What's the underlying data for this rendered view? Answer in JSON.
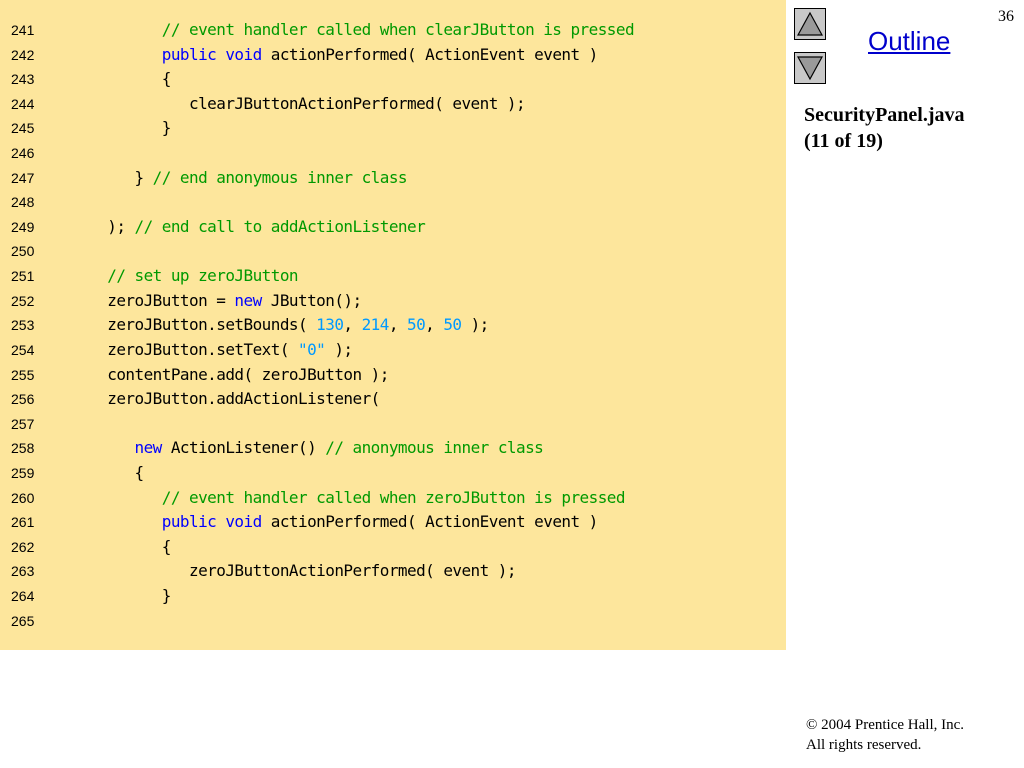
{
  "slide": {
    "number": "36",
    "outline_label": "Outline",
    "caption_line1": "SecurityPanel.java",
    "caption_line2": "(11 of 19)",
    "footer_line1": "© 2004 Prentice Hall, Inc.",
    "footer_line2": "All rights reserved.",
    "nav": {
      "up_icon": "triangle-up-icon",
      "down_icon": "triangle-down-icon"
    }
  },
  "colors": {
    "code_background": "#fde69c",
    "keyword": "#0000ff",
    "comment": "#009900",
    "literal": "#0099ff",
    "link": "#0000cc"
  },
  "code": [
    {
      "num": "241",
      "tokens": [
        {
          "t": "         "
        },
        {
          "t": "// event handler called when clearJButton is pressed",
          "k": "cm"
        }
      ]
    },
    {
      "num": "242",
      "tokens": [
        {
          "t": "         "
        },
        {
          "t": "public",
          "k": "kw"
        },
        {
          "t": " "
        },
        {
          "t": "void",
          "k": "kw"
        },
        {
          "t": " actionPerformed( ActionEvent event )"
        }
      ]
    },
    {
      "num": "243",
      "tokens": [
        {
          "t": "         {"
        }
      ]
    },
    {
      "num": "244",
      "tokens": [
        {
          "t": "            clearJButtonActionPerformed( event );"
        }
      ]
    },
    {
      "num": "245",
      "tokens": [
        {
          "t": "         }"
        }
      ]
    },
    {
      "num": "246",
      "tokens": [
        {
          "t": ""
        }
      ]
    },
    {
      "num": "247",
      "tokens": [
        {
          "t": "      } "
        },
        {
          "t": "// end anonymous inner class",
          "k": "cm"
        }
      ]
    },
    {
      "num": "248",
      "tokens": [
        {
          "t": ""
        }
      ]
    },
    {
      "num": "249",
      "tokens": [
        {
          "t": "   ); "
        },
        {
          "t": "// end call to addActionListener",
          "k": "cm"
        }
      ]
    },
    {
      "num": "250",
      "tokens": [
        {
          "t": ""
        }
      ]
    },
    {
      "num": "251",
      "tokens": [
        {
          "t": "   "
        },
        {
          "t": "// set up zeroJButton",
          "k": "cm"
        }
      ]
    },
    {
      "num": "252",
      "tokens": [
        {
          "t": "   zeroJButton = "
        },
        {
          "t": "new",
          "k": "kw"
        },
        {
          "t": " JButton();"
        }
      ]
    },
    {
      "num": "253",
      "tokens": [
        {
          "t": "   zeroJButton.setBounds( "
        },
        {
          "t": "130",
          "k": "num"
        },
        {
          "t": ", "
        },
        {
          "t": "214",
          "k": "num"
        },
        {
          "t": ", "
        },
        {
          "t": "50",
          "k": "num"
        },
        {
          "t": ", "
        },
        {
          "t": "50",
          "k": "num"
        },
        {
          "t": " );"
        }
      ]
    },
    {
      "num": "254",
      "tokens": [
        {
          "t": "   zeroJButton.setText( "
        },
        {
          "t": "\"0\"",
          "k": "str"
        },
        {
          "t": " );"
        }
      ]
    },
    {
      "num": "255",
      "tokens": [
        {
          "t": "   contentPane.add( zeroJButton );"
        }
      ]
    },
    {
      "num": "256",
      "tokens": [
        {
          "t": "   zeroJButton.addActionListener("
        }
      ]
    },
    {
      "num": "257",
      "tokens": [
        {
          "t": ""
        }
      ]
    },
    {
      "num": "258",
      "tokens": [
        {
          "t": "      "
        },
        {
          "t": "new",
          "k": "kw"
        },
        {
          "t": " ActionListener() "
        },
        {
          "t": "// anonymous inner class",
          "k": "cm"
        }
      ]
    },
    {
      "num": "259",
      "tokens": [
        {
          "t": "      {"
        }
      ]
    },
    {
      "num": "260",
      "tokens": [
        {
          "t": "         "
        },
        {
          "t": "// event handler called when zeroJButton is pressed",
          "k": "cm"
        }
      ]
    },
    {
      "num": "261",
      "tokens": [
        {
          "t": "         "
        },
        {
          "t": "public",
          "k": "kw"
        },
        {
          "t": " "
        },
        {
          "t": "void",
          "k": "kw"
        },
        {
          "t": " actionPerformed( ActionEvent event )"
        }
      ]
    },
    {
      "num": "262",
      "tokens": [
        {
          "t": "         {"
        }
      ]
    },
    {
      "num": "263",
      "tokens": [
        {
          "t": "            zeroJButtonActionPerformed( event );"
        }
      ]
    },
    {
      "num": "264",
      "tokens": [
        {
          "t": "         }"
        }
      ]
    },
    {
      "num": "265",
      "tokens": [
        {
          "t": ""
        }
      ]
    }
  ]
}
